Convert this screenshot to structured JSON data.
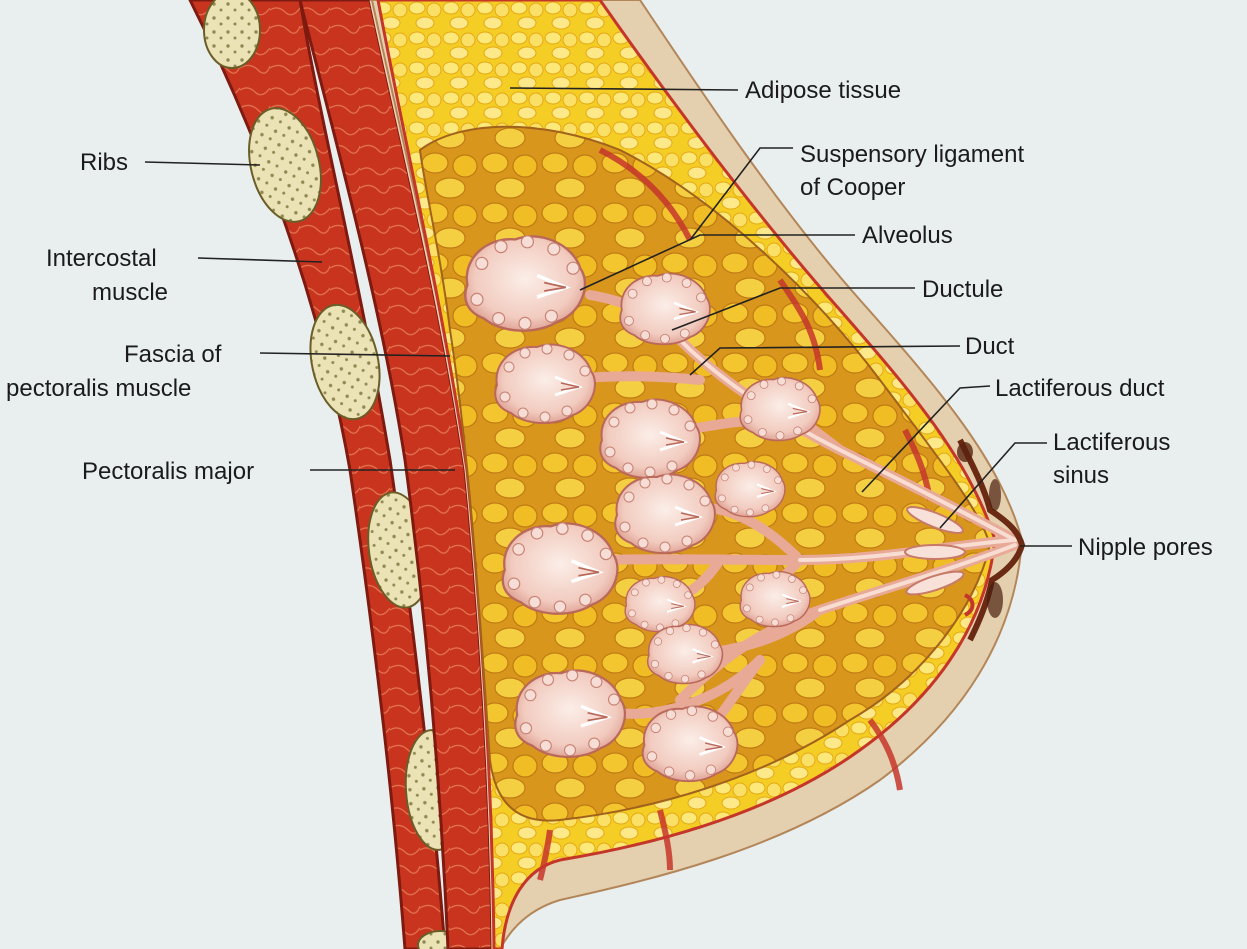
{
  "labels": {
    "adipose_tissue": "Adipose tissue",
    "suspensory_ligament_line1": "Suspensory ligament",
    "suspensory_ligament_line2": "of Cooper",
    "alveolus": "Alveolus",
    "ductule": "Ductule",
    "duct": "Duct",
    "lactiferous_duct": "Lactiferous duct",
    "lactiferous_sinus_line1": "Lactiferous",
    "lactiferous_sinus_line2": "sinus",
    "nipple_pores": "Nipple pores",
    "ribs": "Ribs",
    "intercostal_muscle_line1": "Intercostal",
    "intercostal_muscle_line2": "muscle",
    "fascia_line1": "Fascia of",
    "fascia_line2": "pectoralis muscle",
    "pectoralis_major": "Pectoralis major"
  },
  "colors": {
    "background": "#eef1f1",
    "skin": "#e2cfae",
    "adipose": "#f3cf2c",
    "adipose_light": "#fbe97a",
    "gland_stroma": "#c98a3a",
    "muscle": "#c8321f",
    "muscle_dark": "#8f1f12",
    "rib": "#e6dcac",
    "lobule": "#f3cfc8",
    "duct": "#eab0a0"
  }
}
